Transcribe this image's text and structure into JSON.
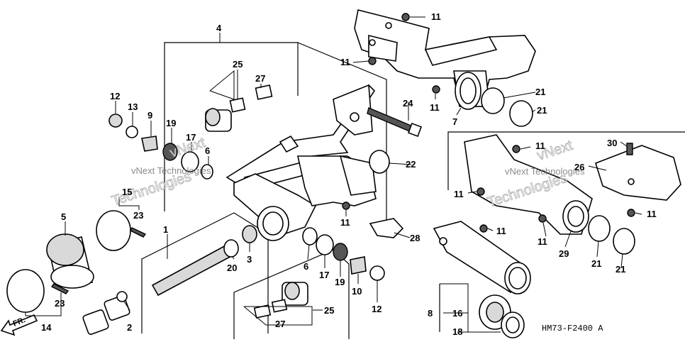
{
  "labels": {
    "p1": "1",
    "p2": "2",
    "p3": "3",
    "p4": "4",
    "p5": "5",
    "p6a": "6",
    "p6b": "6",
    "p7": "7",
    "p8": "8",
    "p9": "9",
    "p10": "10",
    "p11a": "11",
    "p11b": "11",
    "p11c": "11",
    "p11d": "11",
    "p11e": "11",
    "p11f": "11",
    "p11g": "11",
    "p11h": "11",
    "p11i": "11",
    "p12a": "12",
    "p12b": "12",
    "p13": "13",
    "p14": "14",
    "p15": "15",
    "p16": "16",
    "p17a": "17",
    "p17b": "17",
    "p18": "18",
    "p19a": "19",
    "p19b": "19",
    "p20": "20",
    "p21a": "21",
    "p21b": "21",
    "p21c": "21",
    "p21d": "21",
    "p22": "22",
    "p23a": "23",
    "p23b": "23",
    "p24": "24",
    "p25a": "25",
    "p25b": "25",
    "p26": "26",
    "p27a": "27",
    "p27b": "27",
    "p28": "28",
    "p29": "29",
    "p30": "30"
  },
  "direction_marker": "FR.",
  "diagram_code": "HM73-F2400 A",
  "watermarks": [
    "vNext",
    "Technologies",
    "vNext Technologies",
    "vNext",
    "vNext Technologies",
    "Technologies"
  ]
}
